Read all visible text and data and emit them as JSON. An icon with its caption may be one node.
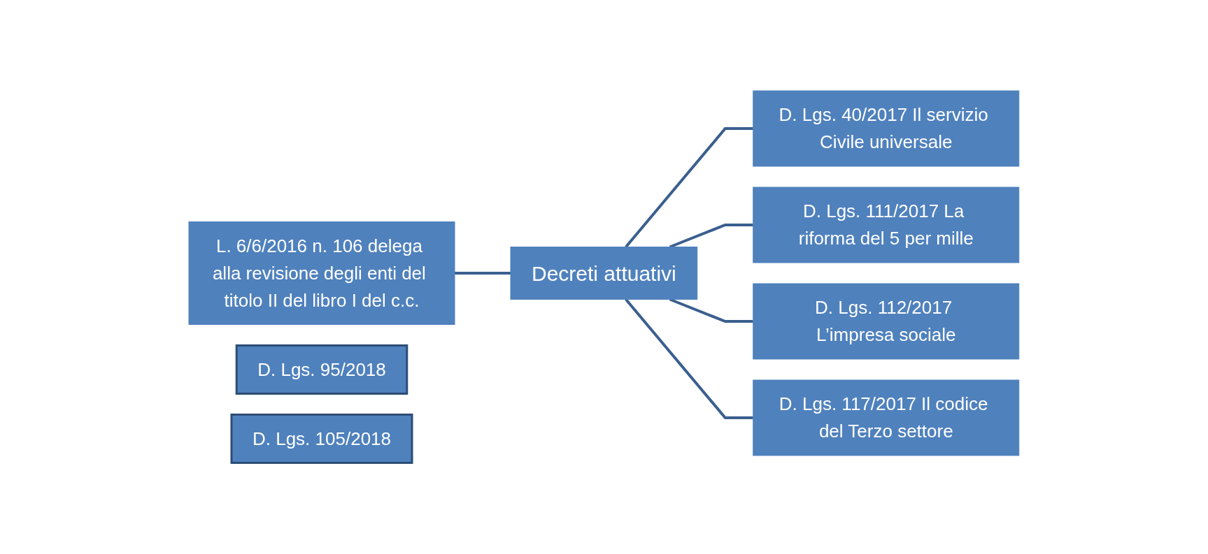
{
  "diagram": {
    "nodes": [
      {
        "text": [
          "L. 6/6/2016 n. 106 delega alla revisione degli enti del titolo II del libro I del c.c."
        ]
      },
      {
        "text": [
          "Decreti attuativi"
        ]
      },
      {
        "text": [
          "D. Lgs. 40/2017 Il servizio Civile universale"
        ]
      },
      {
        "text": [
          "D. Lgs. 111/2017 La riforma del 5 per mille"
        ]
      },
      {
        "text": [
          "D. Lgs. 112/2017 L’impresa sociale"
        ]
      },
      {
        "text": [
          "D. Lgs. 95/2018"
        ]
      },
      {
        "text": [
          "D. Lgs. 117/2017 Il codice del Terzo settore"
        ]
      },
      {
        "text": [
          "D. Lgs. 105/2018"
        ]
      }
    ],
    "edges": [
      {
        "from": 0,
        "to": 1,
        "arrow": "none"
      },
      {
        "from": 1,
        "to": 2,
        "arrow": "none"
      },
      {
        "from": 1,
        "to": 3,
        "arrow": "none"
      },
      {
        "from": 1,
        "to": 4,
        "arrow": "none"
      },
      {
        "from": 1,
        "to": 6,
        "arrow": "none"
      }
    ]
  }
}
